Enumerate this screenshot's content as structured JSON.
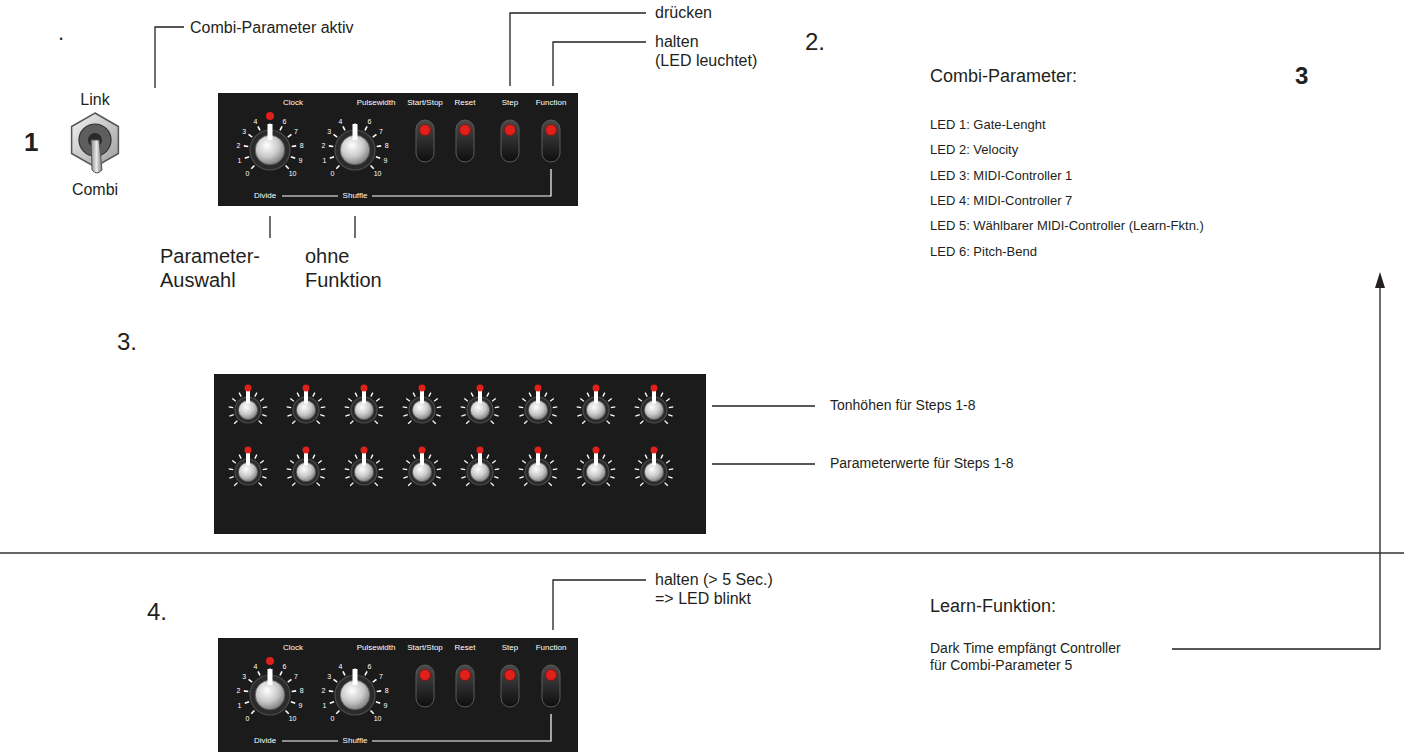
{
  "diagram": {
    "labels": [
      ".",
      "Combi-Parameter aktiv",
      "1",
      "Link",
      "Combi",
      "drücken",
      "halten (LED leuchtet)",
      "2.",
      "Clock",
      "Pulsewidth",
      "Start/Stop",
      "Reset",
      "Step",
      "Function",
      "Divide",
      "Shuffle",
      "0",
      "1",
      "2",
      "3",
      "4",
      "6",
      "7",
      "8",
      "9",
      "10",
      "0",
      "1",
      "2",
      "3",
      "4",
      "6",
      "7",
      "8",
      "9",
      "10",
      "Parameter- Auswahl",
      "ohne Funktion",
      "Combi-Parameter:",
      "3",
      "LED 1: Gate-Lenght",
      "LED 2: Velocity",
      "LED 3: MIDI-Controller 1",
      "LED 4: MIDI-Controller 7",
      "LED 5: Wählbarer MIDI-Controller (Learn-Fktn.)",
      "LED 6: Pitch-Bend",
      "3.",
      "Tonhöhen für Steps 1-8",
      "Parameterwerte für Steps 1-8",
      "4.",
      "halten (> 5 Sec.) => LED blinkt",
      "Clock",
      "Pulsewidth",
      "Start/Stop",
      "Reset",
      "Step",
      "Function",
      "Divide",
      "Shuffle",
      "0",
      "1",
      "2",
      "3",
      "4",
      "6",
      "7",
      "8",
      "9",
      "10",
      "0",
      "1",
      "2",
      "3",
      "4",
      "6",
      "7",
      "8",
      "9",
      "10",
      "Learn-Funktion:",
      "Dark Time empfängt Controller für Combi-Parameter 5"
    ]
  }
}
